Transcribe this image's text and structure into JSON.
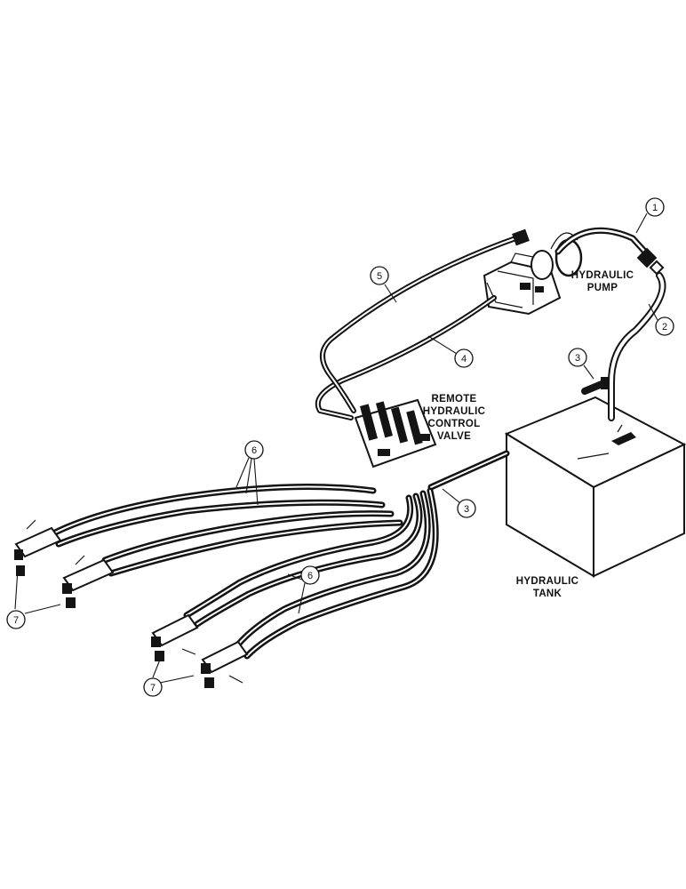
{
  "labels": {
    "hydraulic_pump_line1": "HYDRAULIC",
    "hydraulic_pump_line2": "PUMP",
    "control_valve_line1": "REMOTE",
    "control_valve_line2": "HYDRAULIC",
    "control_valve_line3": "CONTROL",
    "control_valve_line4": "VALVE",
    "hydraulic_tank_line1": "HYDRAULIC",
    "hydraulic_tank_line2": "TANK"
  },
  "callouts": {
    "c1": "1",
    "c2": "2",
    "c3a": "3",
    "c3b": "3",
    "c4": "4",
    "c5": "5",
    "c6a": "6",
    "c6b": "6",
    "c7a": "7",
    "c7b": "7"
  }
}
